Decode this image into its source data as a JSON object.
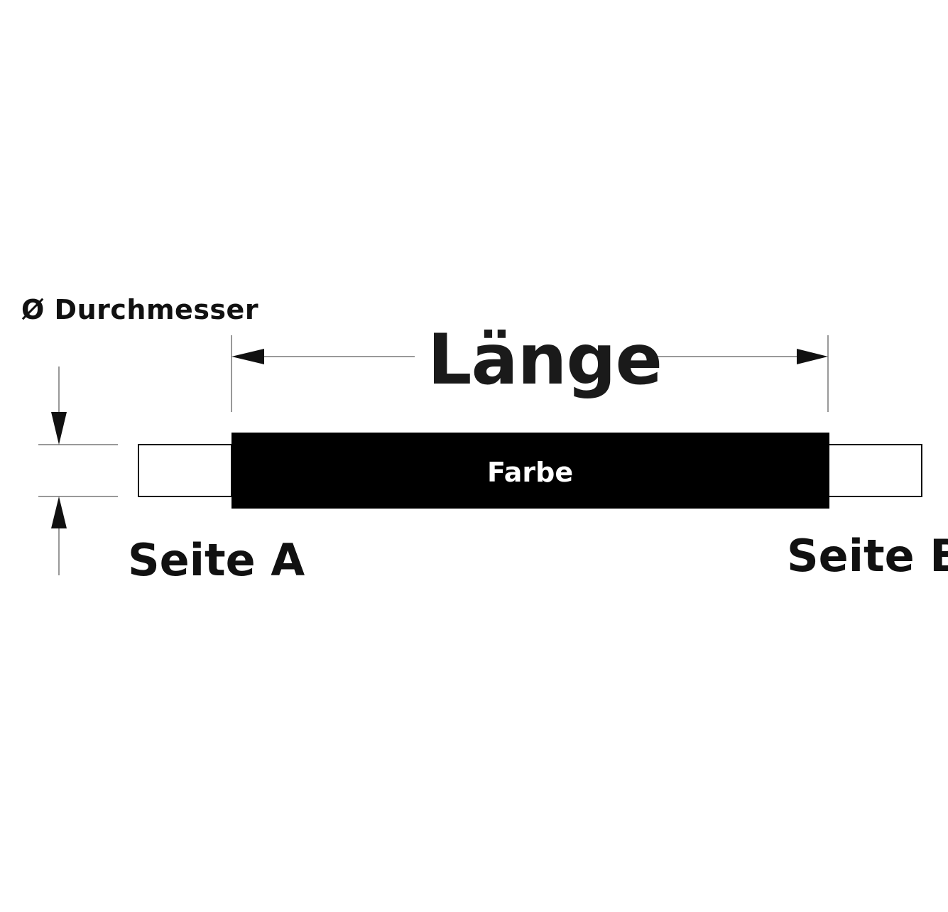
{
  "labels": {
    "diameter": "Ø Durchmesser",
    "length": "Länge",
    "color": "Farbe",
    "side_a": "Seite A",
    "side_b": "Seite B"
  },
  "colors": {
    "background": "#ffffff",
    "sleeve": "#000000",
    "line": "#111111",
    "sleeve_text": "#ffffff"
  }
}
